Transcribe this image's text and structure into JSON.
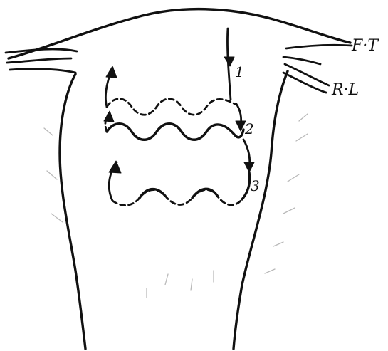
{
  "labels": {
    "tube_top": "F·T",
    "tube_lower": "R·L",
    "step_1": "1",
    "step_2": "2",
    "step_3": "3"
  }
}
